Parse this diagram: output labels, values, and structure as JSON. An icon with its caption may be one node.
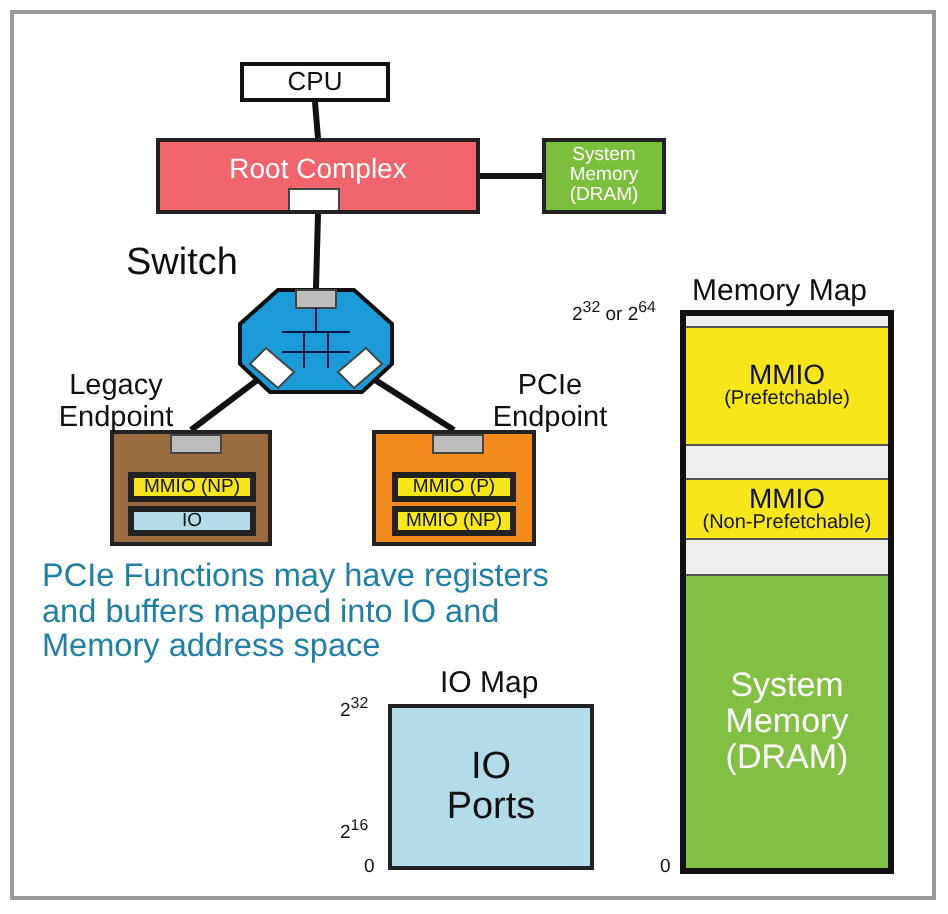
{
  "diagram": {
    "nodes": [
      {
        "text": [
          "CPU"
        ]
      },
      {
        "text": [
          "Root Complex"
        ]
      },
      {
        "text": [
          "System Memory (DRAM)"
        ]
      },
      {
        "text": [
          "Switch"
        ]
      },
      {
        "text": [
          "Memory Map"
        ]
      },
      {
        "text": [],
        "shape": "box",
        "in": 4
      },
      {
        "text": [
          "MMIO",
          "(Prefetchable)"
        ],
        "in": 4
      },
      {
        "text": [],
        "shape": "box",
        "in": 4
      },
      {
        "text": [
          "MMIO",
          "(Non-Prefetchable)"
        ],
        "in": 4
      },
      {
        "text": [],
        "shape": "box",
        "in": 4
      },
      {
        "text": [
          "System Memory (DRAM)"
        ],
        "in": 4
      },
      {
        "text": [
          "Legacy Endpoint"
        ]
      },
      {
        "text": [
          "MMIO (NP)"
        ],
        "in": 11
      },
      {
        "text": [
          "IO"
        ],
        "in": 11
      },
      {
        "text": [
          "PCIe Endpoint"
        ]
      },
      {
        "text": [
          "MMIO (P)"
        ],
        "in": 14
      },
      {
        "text": [
          "MMIO (NP)"
        ],
        "in": 14
      },
      {
        "text": [
          "IO Map",
          "IO Ports"
        ]
      }
    ],
    "edges": [
      {
        "from": 0,
        "to": 1,
        "arrow": "none"
      },
      {
        "from": 1,
        "to": 2,
        "arrow": "none"
      },
      {
        "from": 1,
        "to": 3,
        "arrow": "none"
      },
      {
        "from": 3,
        "to": 11,
        "arrow": "none"
      },
      {
        "from": 3,
        "to": 14,
        "arrow": "none"
      }
    ],
    "labels": [
      "2$^{32}$ or 2$^{64}$",
      "PCIe Functions may have registers and buffers mapped into IO and Memory address space",
      "2$^{32}$",
      "2$^{16}$",
      "0",
      "0"
    ]
  }
}
